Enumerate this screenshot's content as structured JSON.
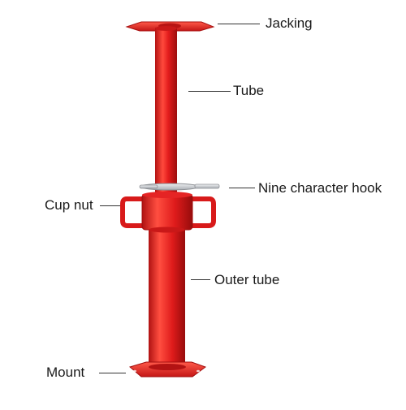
{
  "diagram": {
    "labels": {
      "jacking": "Jacking",
      "tube": "Tube",
      "hook": "Nine character hook",
      "cup_nut": "Cup nut",
      "outer_tube": "Outer tube",
      "mount": "Mount"
    },
    "colors": {
      "prop_red": "#e01e1e",
      "prop_dark": "#a80e0e",
      "prop_light": "#ff5a4a",
      "pin_silver": "#c9ccd1",
      "background": "#ffffff"
    }
  }
}
